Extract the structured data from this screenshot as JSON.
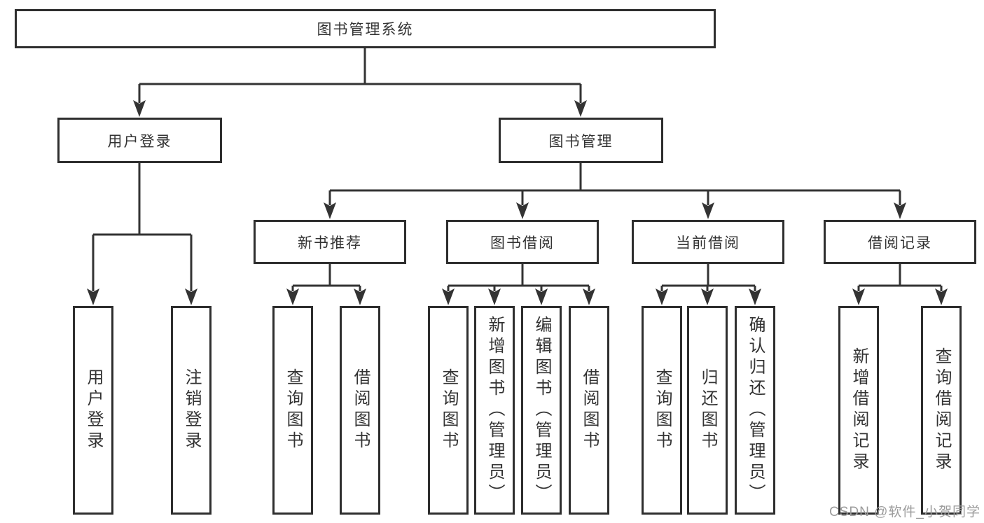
{
  "diagram": {
    "root": {
      "label": "图书管理系统"
    },
    "level2": [
      {
        "id": "user-login",
        "label": "用户登录"
      },
      {
        "id": "book-management",
        "label": "图书管理"
      }
    ],
    "level3": [
      {
        "id": "new-book-recommend",
        "label": "新书推荐",
        "parent": "book-management"
      },
      {
        "id": "book-borrowing",
        "label": "图书借阅",
        "parent": "book-management"
      },
      {
        "id": "current-borrowing",
        "label": "当前借阅",
        "parent": "book-management"
      },
      {
        "id": "borrowing-records",
        "label": "借阅记录",
        "parent": "book-management"
      }
    ],
    "leaves": [
      {
        "id": "user-login-leaf",
        "label": "用户登录",
        "parent": "user-login"
      },
      {
        "id": "logout",
        "label": "注销登录",
        "parent": "user-login"
      },
      {
        "id": "query-books-recommend",
        "label": "查询图书",
        "parent": "new-book-recommend"
      },
      {
        "id": "borrow-books-recommend",
        "label": "借阅图书",
        "parent": "new-book-recommend"
      },
      {
        "id": "query-books-borrowing",
        "label": "查询图书",
        "parent": "book-borrowing"
      },
      {
        "id": "add-books-admin",
        "label": "新增图书（管理员）",
        "parent": "book-borrowing"
      },
      {
        "id": "edit-books-admin",
        "label": "编辑图书（管理员）",
        "parent": "book-borrowing"
      },
      {
        "id": "borrow-books-borrowing",
        "label": "借阅图书",
        "parent": "book-borrowing"
      },
      {
        "id": "query-books-current",
        "label": "查询图书",
        "parent": "current-borrowing"
      },
      {
        "id": "return-books",
        "label": "归还图书",
        "parent": "current-borrowing"
      },
      {
        "id": "confirm-return-admin",
        "label": "确认归还（管理员）",
        "parent": "current-borrowing"
      },
      {
        "id": "add-borrow-record",
        "label": "新增借阅记录",
        "parent": "borrowing-records"
      },
      {
        "id": "query-borrow-record",
        "label": "查询借阅记录",
        "parent": "borrowing-records"
      }
    ]
  },
  "watermark": {
    "text": "CSDN @软件_小贺同学",
    "color": "#9c9c9c"
  },
  "colors": {
    "line": "#333333",
    "box_border": "#2e2e2e",
    "box_fill": "#ffffff",
    "text": "#333333"
  }
}
